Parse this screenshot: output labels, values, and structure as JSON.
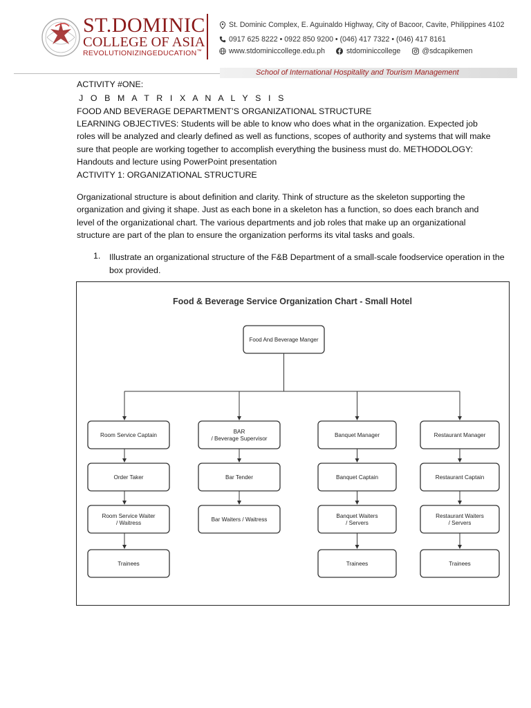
{
  "header": {
    "logo_st": "St.Dominic",
    "logo_college": "College of Asia",
    "logo_tag_a": "Revolutionizing",
    "logo_tag_b": "Education",
    "logo_tag_tm": "™",
    "address": "St. Dominic Complex, E. Aguinaldo Highway, City of Bacoor, Cavite, Philippines 4102",
    "phones": "0917 625 8222  •  0922 850 9200  •  (046) 417 7322  •  (046) 417 8161",
    "website": "www.stdominiccollege.edu.ph",
    "facebook": "stdominiccollege",
    "instagram": "@sdcapikemen",
    "school": "School of International Hospitality and Tourism Management"
  },
  "document": {
    "activity_heading": "ACTIVITY #ONE:",
    "job_title": "J O B M A T R I X A N A L Y S I S",
    "fb_title": "FOOD AND BEVERAGE DEPARTMENT’S ORGANIZATIONAL STRUCTURE",
    "objectives": "LEARNING OBJECTIVES: Students will be able to know who does what in the organization. Expected job roles will be analyzed and clearly defined as well as functions, scopes of authority and systems that will make sure that people are working together to accomplish everything the business must do. METHODOLOGY: Handouts and lecture using PowerPoint presentation",
    "activity1": "ACTIVITY 1: ORGANIZATIONAL STRUCTURE",
    "paragraph": " Organizational structure is about definition and clarity. Think of structure as the skeleton supporting the organization and giving it shape. Just as each bone in a skeleton has a function, so does each branch and level of the organizational chart. The various departments and job roles that make up an organizational structure are part of the plan to ensure the organization performs its vital tasks and goals.",
    "item_number": "1.",
    "item_text": "Illustrate an organizational structure of the F&B Department of a small-scale foodservice operation in the box provided."
  },
  "org_chart": {
    "title": "Food & Beverage Service Organization Chart - Small Hotel",
    "root": "Food And Beverage Manger",
    "columns": [
      {
        "roles": [
          "Room Service Captain",
          "Order Taker",
          "Room Service Waiter / Waitress",
          "Trainees"
        ]
      },
      {
        "roles": [
          "BAR / Beverage Supervisor",
          "Bar Tender",
          "Bar Waiters / Waitress"
        ]
      },
      {
        "roles": [
          "Banquet Manager",
          "Banquet Captain",
          "Banquet Waiters / Servers",
          "Trainees"
        ]
      },
      {
        "roles": [
          "Restaurant Manager",
          "Restaurant Captain",
          "Restaurant Waiters / Servers",
          "Trainees"
        ]
      }
    ]
  },
  "colors": {
    "brand": "#8b1a1a",
    "accent": "#a52020"
  }
}
